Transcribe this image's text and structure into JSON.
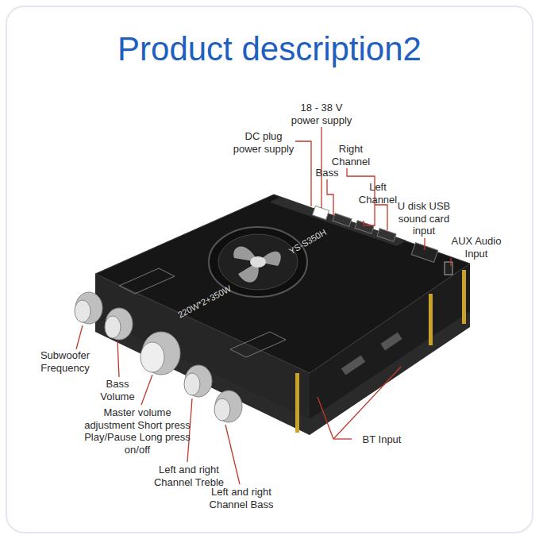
{
  "diagram": {
    "title": "Product description2",
    "labels": [
      "18 - 38 V power supply",
      "DC plug power supply",
      "Bass",
      "Right Channel",
      "Left Channel",
      "U disk USB sound card input",
      "AUX Audio Input",
      "Subwoofer Frequency",
      "Bass Volume",
      "Master volume adjustment Short press Play/Pause Long press on/off",
      "Left and right Channel Treble",
      "Left and right Channel Bass",
      "BT Input",
      "YS-S350H",
      "220W*2+350W"
    ]
  }
}
